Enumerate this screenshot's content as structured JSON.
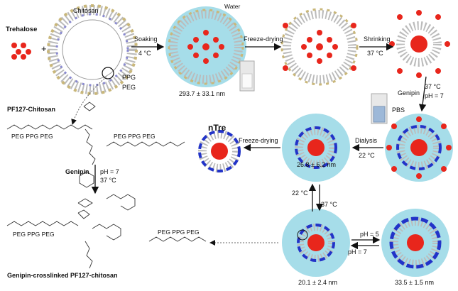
{
  "labels": {
    "trehalose": "Trehalose",
    "plus": "+",
    "chitosan": "Chitosan",
    "water": "Water",
    "soaking": "Soaking",
    "soak_temp": "4 °C",
    "freeze_drying_1": "Freeze-drying",
    "shrinking": "Shrinking",
    "shrink_temp": "37 °C",
    "ppg": "PPG",
    "peg": "PEG",
    "size_1": "293.7 ± 33.1 nm",
    "pf127_chitosan": "PF127-Chitosan",
    "genipin_arrow": "Genipin",
    "temp_37_right": "37 °C",
    "ph7_right": "pH = 7",
    "pbs": "PBS",
    "ntre": "nTre",
    "freeze_drying_2": "Freeze-drying",
    "dialysis": "Dialysis",
    "dialysis_temp": "22 °C",
    "size_2": "26.8 ± 6.2 nm",
    "rev_22": "22 °C",
    "rev_37": "37 °C",
    "genipin_left": "Genipin",
    "ph7_left": "pH = 7",
    "temp_37_left": "37 °C",
    "ph5": "pH = 5",
    "ph7_bottom": "pH = 7",
    "size_3": "20.1 ± 2.4 nm",
    "size_4": "33.5 ± 1.5 nm",
    "crosslinked": "Genipin-crosslinked PF127-chitosan"
  },
  "chem": {
    "peg_ppg_peg_left": "PEG  PPG  PEG",
    "peg_ppg_peg_right": "PEG  PPG  PEG",
    "peg_ppg_peg_bottom_left": "PEG  PPG  PEG",
    "peg_ppg_peg_bottom_right": "PEG  PPG  PEG"
  },
  "colors": {
    "micelle_bg": "#a6dde9",
    "trehalose": "#e8261c",
    "chitosan_ring": "#2233c8",
    "chain": "#888888"
  }
}
